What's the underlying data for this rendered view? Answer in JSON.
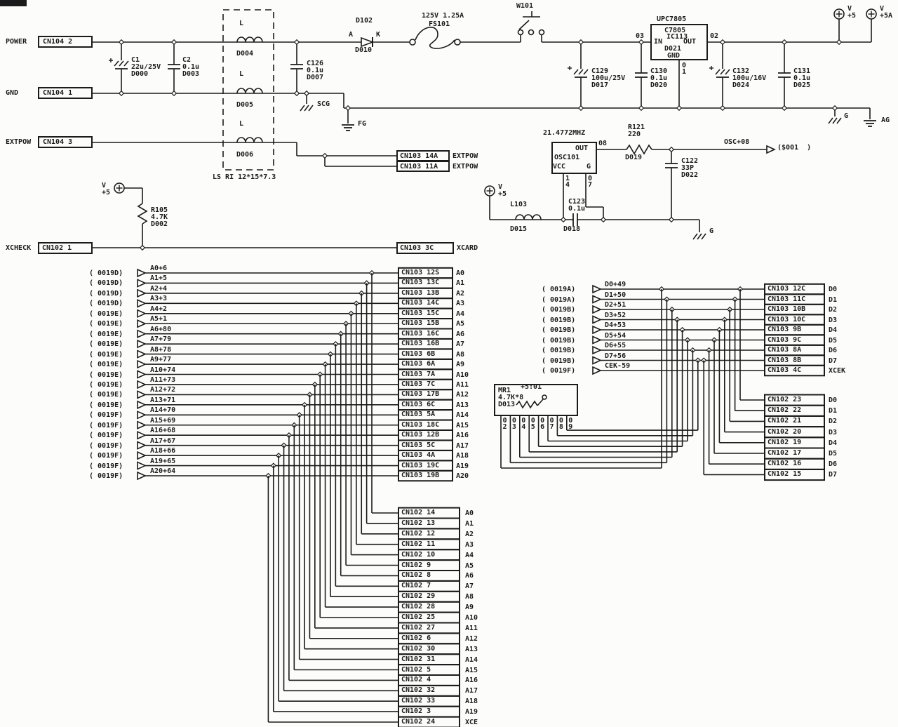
{
  "top": {
    "power": {
      "label": "POWER",
      "pin": "CN104 2"
    },
    "gnd": {
      "label": "GND",
      "pin": "CN104 1"
    },
    "extpow": {
      "label": "EXTPOW",
      "pin": "CN104 3"
    },
    "c1": {
      "n": "C1",
      "v": "22u/25V",
      "id": "D000"
    },
    "c2": {
      "n": "C2",
      "v": "0.1u",
      "id": "D003"
    },
    "l1": {
      "n": "L",
      "id": "D004"
    },
    "l2": {
      "n": "L",
      "id": "D005"
    },
    "l3": {
      "n": "L",
      "id": "D006"
    },
    "coil_note": "LS RI 12*15*7.3",
    "d102": {
      "n": "D102",
      "a": "A",
      "k": "K",
      "id": "D010"
    },
    "fuse": {
      "rating": "125V 1.25A",
      "n": "FS101"
    },
    "sw": {
      "n": "W101"
    },
    "c126": {
      "n": "C126",
      "v": "0.1u",
      "id": "D007"
    },
    "scg": "SCG",
    "fg": "FG",
    "reg": {
      "title": "UPC7805",
      "l1": "C7805",
      "l2": "IC113",
      "in": "IN",
      "out": "OUT",
      "id": "D021",
      "gnd": "GND",
      "pin_in": "03",
      "pin_out": "02",
      "pin_gnd": "01"
    },
    "c129": {
      "n": "C129",
      "v": "100u/25V",
      "id": "D017"
    },
    "c130": {
      "n": "C130",
      "v": "0.1u",
      "id": "D020"
    },
    "c132": {
      "n": "C132",
      "v": "100u/16V",
      "id": "D024"
    },
    "c131": {
      "n": "C131",
      "v": "0.1u",
      "id": "D025"
    },
    "v5": {
      "l1": "V",
      "l2": "+5"
    },
    "v5a": {
      "l1": "V",
      "l2": "+5A"
    },
    "g": "G",
    "ag": "AG",
    "extpow_dest": [
      {
        "pin": "CN103 14A",
        "label": "EXTPOW"
      },
      {
        "pin": "CN103 11A",
        "label": "EXTPOW"
      }
    ]
  },
  "osc": {
    "freq": "21.4772MHZ",
    "name": "OSC101",
    "out": "OUT",
    "vcc": "VCC",
    "g": "G",
    "pin_out": "08",
    "pin_vcc": "14",
    "pin_g": "07",
    "r121": {
      "n": "R121",
      "v": "220",
      "id": "D019"
    },
    "c122": {
      "n": "C122",
      "v": "33P",
      "id": "D022"
    },
    "sig": "OSC+08",
    "dest": "($001  )",
    "l103": {
      "n": "L103",
      "id": "D015"
    },
    "c123": {
      "n": "C123",
      "v": "0.1u",
      "id": "D018"
    },
    "v": "V",
    "v2": "+5",
    "g2": "G"
  },
  "xcheck": {
    "label": "XCHECK",
    "pin": "CN102 1",
    "v": "V",
    "v2": "+5",
    "r105": {
      "n": "R105",
      "v": "4.7K",
      "id": "D002"
    },
    "dest_pin": "CN103 3C",
    "dest_label": "XCARD"
  },
  "address_block": {
    "rows": [
      {
        "src": "( 0019D)",
        "sig": "A0+6",
        "pin": "CN103 12S",
        "label": "A0"
      },
      {
        "src": "( 0019D)",
        "sig": "A1+5",
        "pin": "CN103 13C",
        "label": "A1"
      },
      {
        "src": "( 0019D)",
        "sig": "A2+4",
        "pin": "CN103 13B",
        "label": "A2"
      },
      {
        "src": "( 0019D)",
        "sig": "A3+3",
        "pin": "CN103 14C",
        "label": "A3"
      },
      {
        "src": "( 0019E)",
        "sig": "A4+2",
        "pin": "CN103 15C",
        "label": "A4"
      },
      {
        "src": "( 0019E)",
        "sig": "A5+1",
        "pin": "CN103 15B",
        "label": "A5"
      },
      {
        "src": "( 0019E)",
        "sig": "A6+80",
        "pin": "CN103 16C",
        "label": "A6"
      },
      {
        "src": "( 0019E)",
        "sig": "A7+79",
        "pin": "CN103 16B",
        "label": "A7"
      },
      {
        "src": "( 0019E)",
        "sig": "A8+78",
        "pin": "CN103 6B",
        "label": "A8"
      },
      {
        "src": "( 0019E)",
        "sig": "A9+77",
        "pin": "CN103 6A",
        "label": "A9"
      },
      {
        "src": "( 0019E)",
        "sig": "A10+74",
        "pin": "CN103 7A",
        "label": "A10"
      },
      {
        "src": "( 0019E)",
        "sig": "A11+73",
        "pin": "CN103 7C",
        "label": "A11"
      },
      {
        "src": "( 0019E)",
        "sig": "A12+72",
        "pin": "CN103 17B",
        "label": "A12"
      },
      {
        "src": "( 0019E)",
        "sig": "A13+71",
        "pin": "CN103 6C",
        "label": "A13"
      },
      {
        "src": "( 0019F)",
        "sig": "A14+70",
        "pin": "CN103 5A",
        "label": "A14"
      },
      {
        "src": "( 0019F)",
        "sig": "A15+69",
        "pin": "CN103 18C",
        "label": "A15"
      },
      {
        "src": "( 0019F)",
        "sig": "A16+68",
        "pin": "CN103 12B",
        "label": "A16"
      },
      {
        "src": "( 0019F)",
        "sig": "A17+67",
        "pin": "CN103 5C",
        "label": "A17"
      },
      {
        "src": "( 0019F)",
        "sig": "A18+66",
        "pin": "CN103 4A",
        "label": "A18"
      },
      {
        "src": "( 0019F)",
        "sig": "A19+65",
        "pin": "CN103 19C",
        "label": "A19"
      },
      {
        "src": "( 0019F)",
        "sig": "A20+64",
        "pin": "CN103 19B",
        "label": "A20"
      }
    ]
  },
  "cn102_bottom": {
    "rows": [
      {
        "pin": "CN102 14",
        "label": "A0"
      },
      {
        "pin": "CN102 13",
        "label": "A1"
      },
      {
        "pin": "CN102 12",
        "label": "A2"
      },
      {
        "pin": "CN102 11",
        "label": "A3"
      },
      {
        "pin": "CN102 10",
        "label": "A4"
      },
      {
        "pin": "CN102 9",
        "label": "A5"
      },
      {
        "pin": "CN102 8",
        "label": "A6"
      },
      {
        "pin": "CN102 7",
        "label": "A7"
      },
      {
        "pin": "CN102 29",
        "label": "A8"
      },
      {
        "pin": "CN102 28",
        "label": "A9"
      },
      {
        "pin": "CN102 25",
        "label": "A10"
      },
      {
        "pin": "CN102 27",
        "label": "A11"
      },
      {
        "pin": "CN102 6",
        "label": "A12"
      },
      {
        "pin": "CN102 30",
        "label": "A13"
      },
      {
        "pin": "CN102 31",
        "label": "A14"
      },
      {
        "pin": "CN102 5",
        "label": "A15"
      },
      {
        "pin": "CN102 4",
        "label": "A16"
      },
      {
        "pin": "CN102 32",
        "label": "A17"
      },
      {
        "pin": "CN102 33",
        "label": "A18"
      },
      {
        "pin": "CN102 3",
        "label": "A19"
      },
      {
        "pin": "CN102 24",
        "label": "XCE"
      }
    ]
  },
  "data_block": {
    "rows": [
      {
        "src": "( 0019A)",
        "sig": "D0+49",
        "pin": "CN103 12C",
        "label": "D0"
      },
      {
        "src": "( 0019A)",
        "sig": "D1+50",
        "pin": "CN103 11C",
        "label": "D1"
      },
      {
        "src": "( 0019B)",
        "sig": "D2+51",
        "pin": "CN103 10B",
        "label": "D2"
      },
      {
        "src": "( 0019B)",
        "sig": "D3+52",
        "pin": "CN103 10C",
        "label": "D3"
      },
      {
        "src": "( 0019B)",
        "sig": "D4+53",
        "pin": "CN103 9B",
        "label": "D4"
      },
      {
        "src": "( 0019B)",
        "sig": "D5+54",
        "pin": "CN103 9C",
        "label": "D5"
      },
      {
        "src": "( 0019B)",
        "sig": "D6+55",
        "pin": "CN103 8A",
        "label": "D6"
      },
      {
        "src": "( 0019B)",
        "sig": "D7+56",
        "pin": "CN103 8B",
        "label": "D7"
      },
      {
        "src": "( 0019F)",
        "sig": "CEK-59",
        "pin": "CN103 4C",
        "label": "XCEK"
      }
    ]
  },
  "cn102_right": {
    "rows": [
      {
        "pin": "CN102 23",
        "label": "D0"
      },
      {
        "pin": "CN102 22",
        "label": "D1"
      },
      {
        "pin": "CN102 21",
        "label": "D2"
      },
      {
        "pin": "CN102 20",
        "label": "D3"
      },
      {
        "pin": "CN102 19",
        "label": "D4"
      },
      {
        "pin": "CN102 17",
        "label": "D5"
      },
      {
        "pin": "CN102 16",
        "label": "D6"
      },
      {
        "pin": "CN102 15",
        "label": "D7"
      }
    ]
  },
  "mr1": {
    "n": "MR1",
    "v": "4.7K*8",
    "id": "D013",
    "pwr": "+5:01",
    "pins": [
      "02",
      "03",
      "04",
      "05",
      "06",
      "07",
      "08",
      "09"
    ]
  }
}
